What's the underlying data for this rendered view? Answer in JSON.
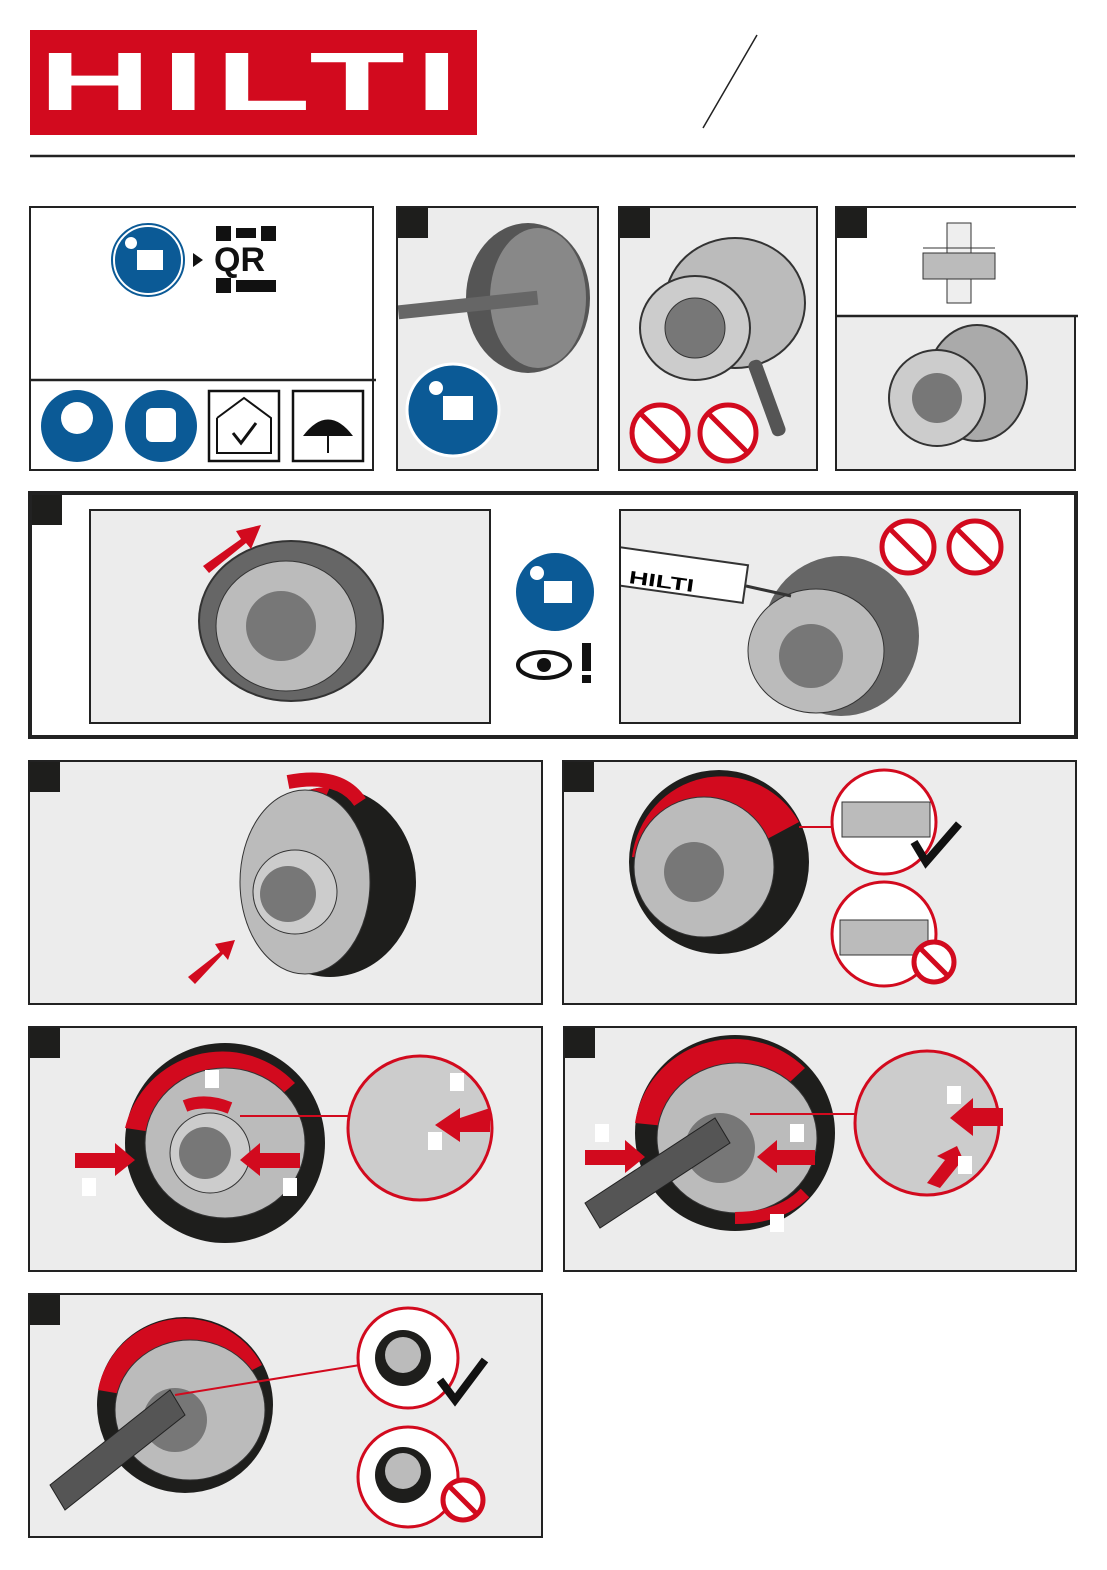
{
  "brand": {
    "logo_text": "HILTI",
    "color": "#d20a1e"
  },
  "intro": {
    "qr_label": "QR"
  },
  "cartridge_label": "HILTI",
  "colors": {
    "panel_bg": "#ececec",
    "step_marker": "#1e1e1c",
    "mandatory_blue": "#0b5a96",
    "accent_red": "#d20a1e"
  }
}
